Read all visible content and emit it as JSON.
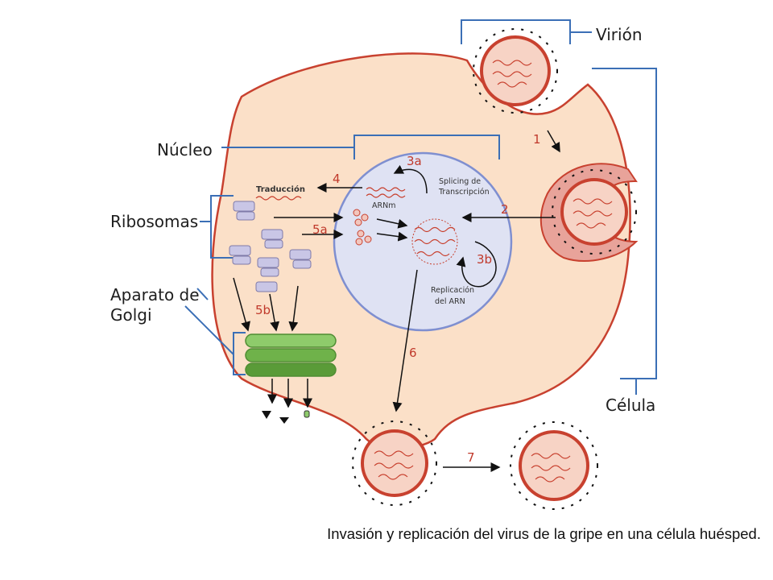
{
  "labels": {
    "virion": "Virión",
    "nucleus": "Núcleo",
    "ribosomes": "Ribosomas",
    "golgi_line1": "Aparato de",
    "golgi_line2": "Golgi",
    "cell": "Célula",
    "translation": "Traducción",
    "mrna": "ARNm",
    "splicing_line1": "Splicing de",
    "splicing_line2": "Transcripción",
    "replication_line1": "Replicación",
    "replication_line2": "del ARN"
  },
  "steps": {
    "s1": "1",
    "s2": "2",
    "s3a": "3a",
    "s3b": "3b",
    "s4": "4",
    "s5a": "5a",
    "s5b": "5b",
    "s6": "6",
    "s7": "7"
  },
  "caption": "Invasión y replicación del virus de la gripe en una célula huésped.",
  "colors": {
    "cytoplasm": "#fbe0c8",
    "membrane": "#c8412f",
    "nucleus_fill": "#dfe2f3",
    "nucleus_border": "#7f8fd0",
    "bracket": "#3b6fb6",
    "ribosome": "#c9c6e6",
    "golgi": "#6fb24a",
    "step_number": "#c0392b"
  }
}
